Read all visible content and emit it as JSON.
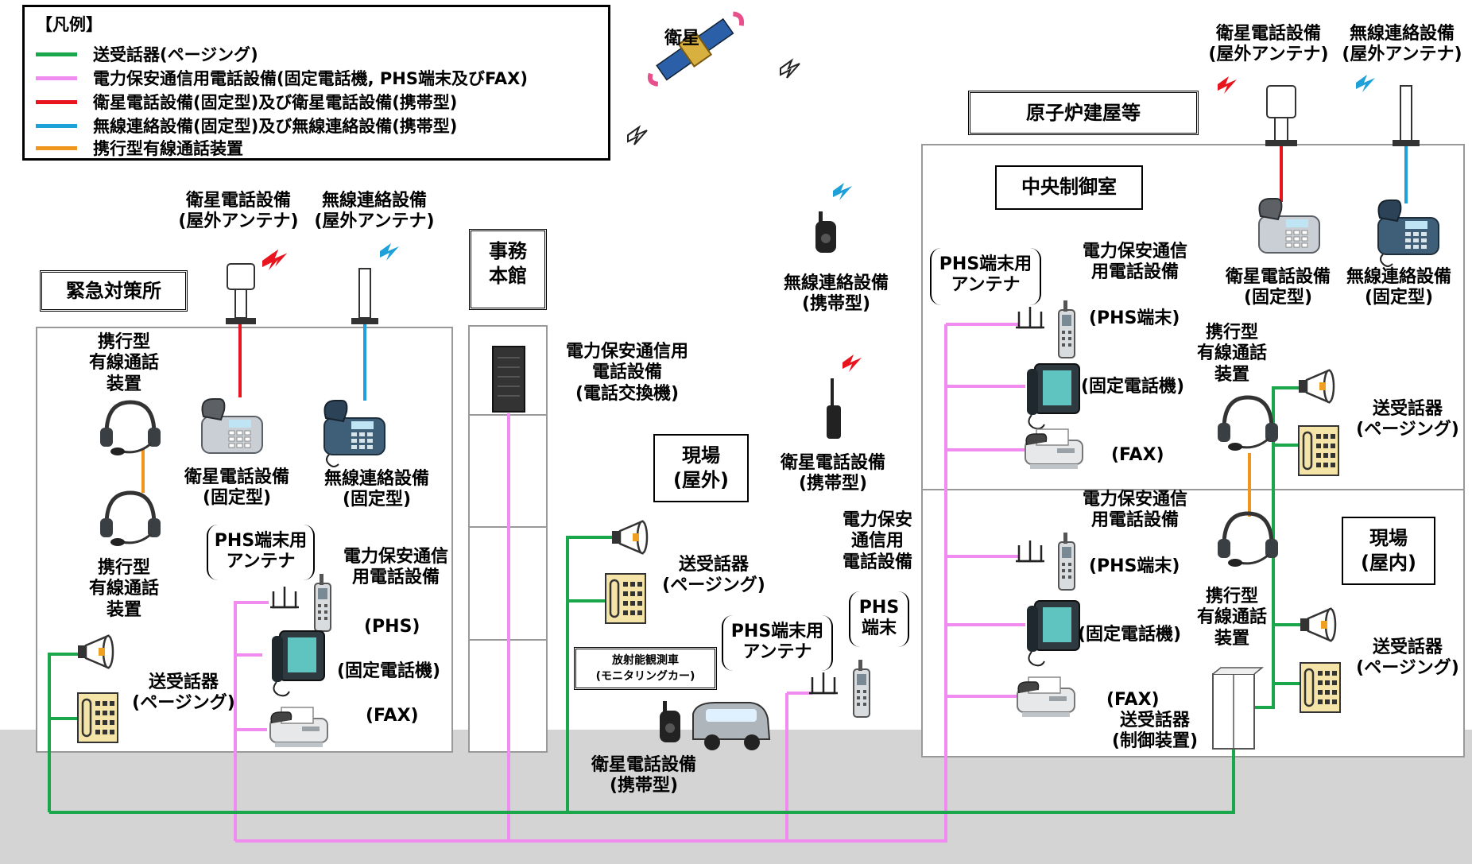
{
  "legend": {
    "title": "【凡例】",
    "items": [
      {
        "label": "送受話器(ページング)",
        "color": "#1aa64a"
      },
      {
        "label": "電力保安通信用電話設備(固定電話機, PHS端末及びFAX)",
        "color": "#f08cf0"
      },
      {
        "label": "衛星電話設備(固定型)及び衛星電話設備(携帯型)",
        "color": "#e8141e"
      },
      {
        "label": "無線連絡設備(固定型)及び無線連絡設備(携帯型)",
        "color": "#1ea0d8"
      },
      {
        "label": "携行型有線通話装置",
        "color": "#f0961e"
      }
    ]
  },
  "satellite_label": "衛星",
  "emergency": {
    "box": "緊急対策所",
    "sat_antenna_l1": "衛星電話設備",
    "sat_antenna_l2": "(屋外アンテナ)",
    "radio_antenna_l1": "無線連絡設備",
    "radio_antenna_l2": "(屋外アンテナ)",
    "portable_wired_top_l1": "携行型",
    "portable_wired_top_l2": "有線通話",
    "portable_wired_top_l3": "装置",
    "portable_wired_bot_l1": "携行型",
    "portable_wired_bot_l2": "有線通話",
    "portable_wired_bot_l3": "装置",
    "sat_phone_l1": "衛星電話設備",
    "sat_phone_l2": "(固定型)",
    "radio_phone_l1": "無線連絡設備",
    "radio_phone_l2": "(固定型)",
    "phs_antenna_l1": "PHS端末用",
    "phs_antenna_l2": "アンテナ",
    "power_l1": "電力保安通信",
    "power_l2": "用電話設備",
    "phs": "(PHS)",
    "fixed_phone": "(固定電話機)",
    "fax": "(FAX)",
    "paging_l1": "送受話器",
    "paging_l2": "(ページング)"
  },
  "office": {
    "box_l1": "事務",
    "box_l2": "本館",
    "exchange_l1": "電力保安通信用",
    "exchange_l2": "電話設備",
    "exchange_l3": "(電話交換機)"
  },
  "field_outdoor": {
    "box_l1": "現場",
    "box_l2": "(屋外)",
    "paging_l1": "送受話器",
    "paging_l2": "(ページング)",
    "radio_portable_l1": "無線連絡設備",
    "radio_portable_l2": "(携帯型)",
    "sat_portable_l1": "衛星電話設備",
    "sat_portable_l2": "(携帯型)",
    "power_l1": "電力保安",
    "power_l2": "通信用",
    "power_l3": "電話設備",
    "phs_l1": "PHS",
    "phs_l2": "端末",
    "phs_antenna_l1": "PHS端末用",
    "phs_antenna_l2": "アンテナ",
    "car_label_l1": "放射能観測車",
    "car_label_l2": "(モニタリングカー)",
    "car_sat_l1": "衛星電話設備",
    "car_sat_l2": "(携帯型)"
  },
  "reactor": {
    "box": "原子炉建屋等",
    "sat_antenna_l1": "衛星電話設備",
    "sat_antenna_l2": "(屋外アンテナ)",
    "radio_antenna_l1": "無線連絡設備",
    "radio_antenna_l2": "(屋外アンテナ)",
    "control_room": "中央制御室",
    "sat_phone_l1": "衛星電話設備",
    "sat_phone_l2": "(固定型)",
    "radio_phone_l1": "無線連絡設備",
    "radio_phone_l2": "(固定型)",
    "phs_antenna_l1": "PHS端末用",
    "phs_antenna_l2": "アンテナ",
    "power_top_l1": "電力保安通信",
    "power_top_l2": "用電話設備",
    "phs_top": "(PHS端末)",
    "fixed_top": "(固定電話機)",
    "fax_top": "(FAX)",
    "portable_top_l1": "携行型",
    "portable_top_l2": "有線通話",
    "portable_top_l3": "装置",
    "paging_top_l1": "送受話器",
    "paging_top_l2": "(ページング)",
    "power_bot_l1": "電力保安通信",
    "power_bot_l2": "用電話設備",
    "phs_bot": "(PHS端末)",
    "fixed_bot": "(固定電話機)",
    "fax_bot": "(FAX)",
    "field_indoor_l1": "現場",
    "field_indoor_l2": "(屋内)",
    "portable_bot_l1": "携行型",
    "portable_bot_l2": "有線通話",
    "portable_bot_l3": "装置",
    "paging_bot_l1": "送受話器",
    "paging_bot_l2": "(ページング)",
    "controller_l1": "送受話器",
    "controller_l2": "(制御装置)"
  }
}
